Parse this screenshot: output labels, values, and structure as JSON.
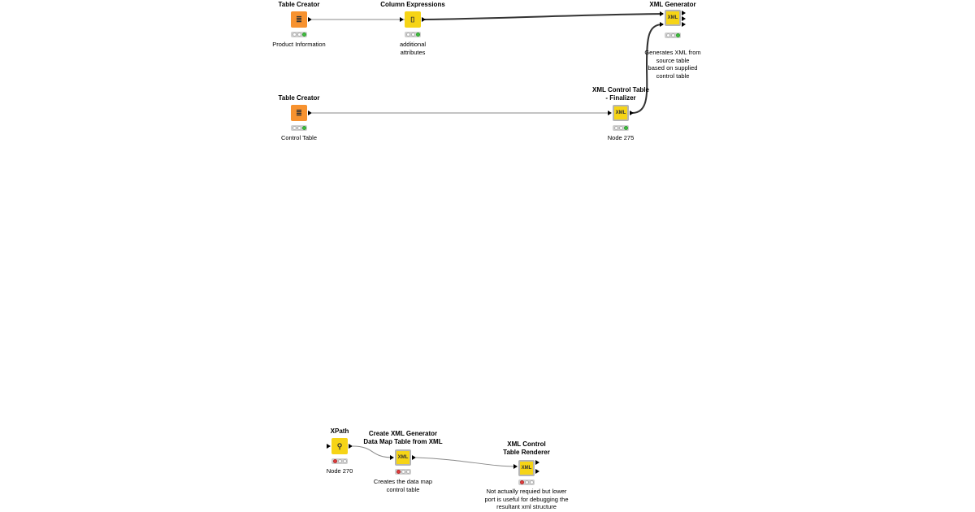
{
  "workflow": {
    "nodes": [
      {
        "title": "Table Creator",
        "label": "Product Information",
        "icon": "table-creator-icon",
        "color": "#f7922f",
        "status": [
          "off",
          "off",
          "green"
        ]
      },
      {
        "title": "Column Expressions",
        "label": "additional\nattributes",
        "icon": "column-expressions-icon",
        "color": "#f6d416",
        "status": [
          "off",
          "off",
          "green"
        ]
      },
      {
        "title": "XML Generator",
        "label": "Generates XML from\nsource table\nbased on supplied\ncontrol table",
        "icon": "xml-generator-icon",
        "color": "#f6d416",
        "status": [
          "off",
          "off",
          "green"
        ]
      },
      {
        "title": "Table Creator",
        "label": "Control Table",
        "icon": "table-creator-icon",
        "color": "#f7922f",
        "status": [
          "off",
          "off",
          "green"
        ]
      },
      {
        "title": "XML Control Table\n- Finalizer",
        "label": "Node 275",
        "icon": "xml-finalizer-icon",
        "color": "#f6d416",
        "status": [
          "off",
          "off",
          "green"
        ]
      },
      {
        "title": "XPath",
        "label": "Node 270",
        "icon": "xpath-icon",
        "color": "#f6d416",
        "status": [
          "red",
          "off",
          "off"
        ]
      },
      {
        "title": "Create XML Generator\nData Map Table from XML",
        "label": "Creates the data map\ncontrol table",
        "icon": "xml-data-map-icon",
        "color": "#f6d416",
        "status": [
          "red",
          "off",
          "off"
        ]
      },
      {
        "title": "XML Control\nTable Renderer",
        "label": "Not actually requied but lower\nport is useful for debugging the\nresultant xml structure",
        "icon": "xml-renderer-icon",
        "color": "#f6d416",
        "status": [
          "red",
          "off",
          "off"
        ]
      }
    ],
    "icon_glyphs": {
      "table": "≣",
      "expr": "⌷",
      "xml": "XML",
      "xpath": "⚲"
    }
  }
}
